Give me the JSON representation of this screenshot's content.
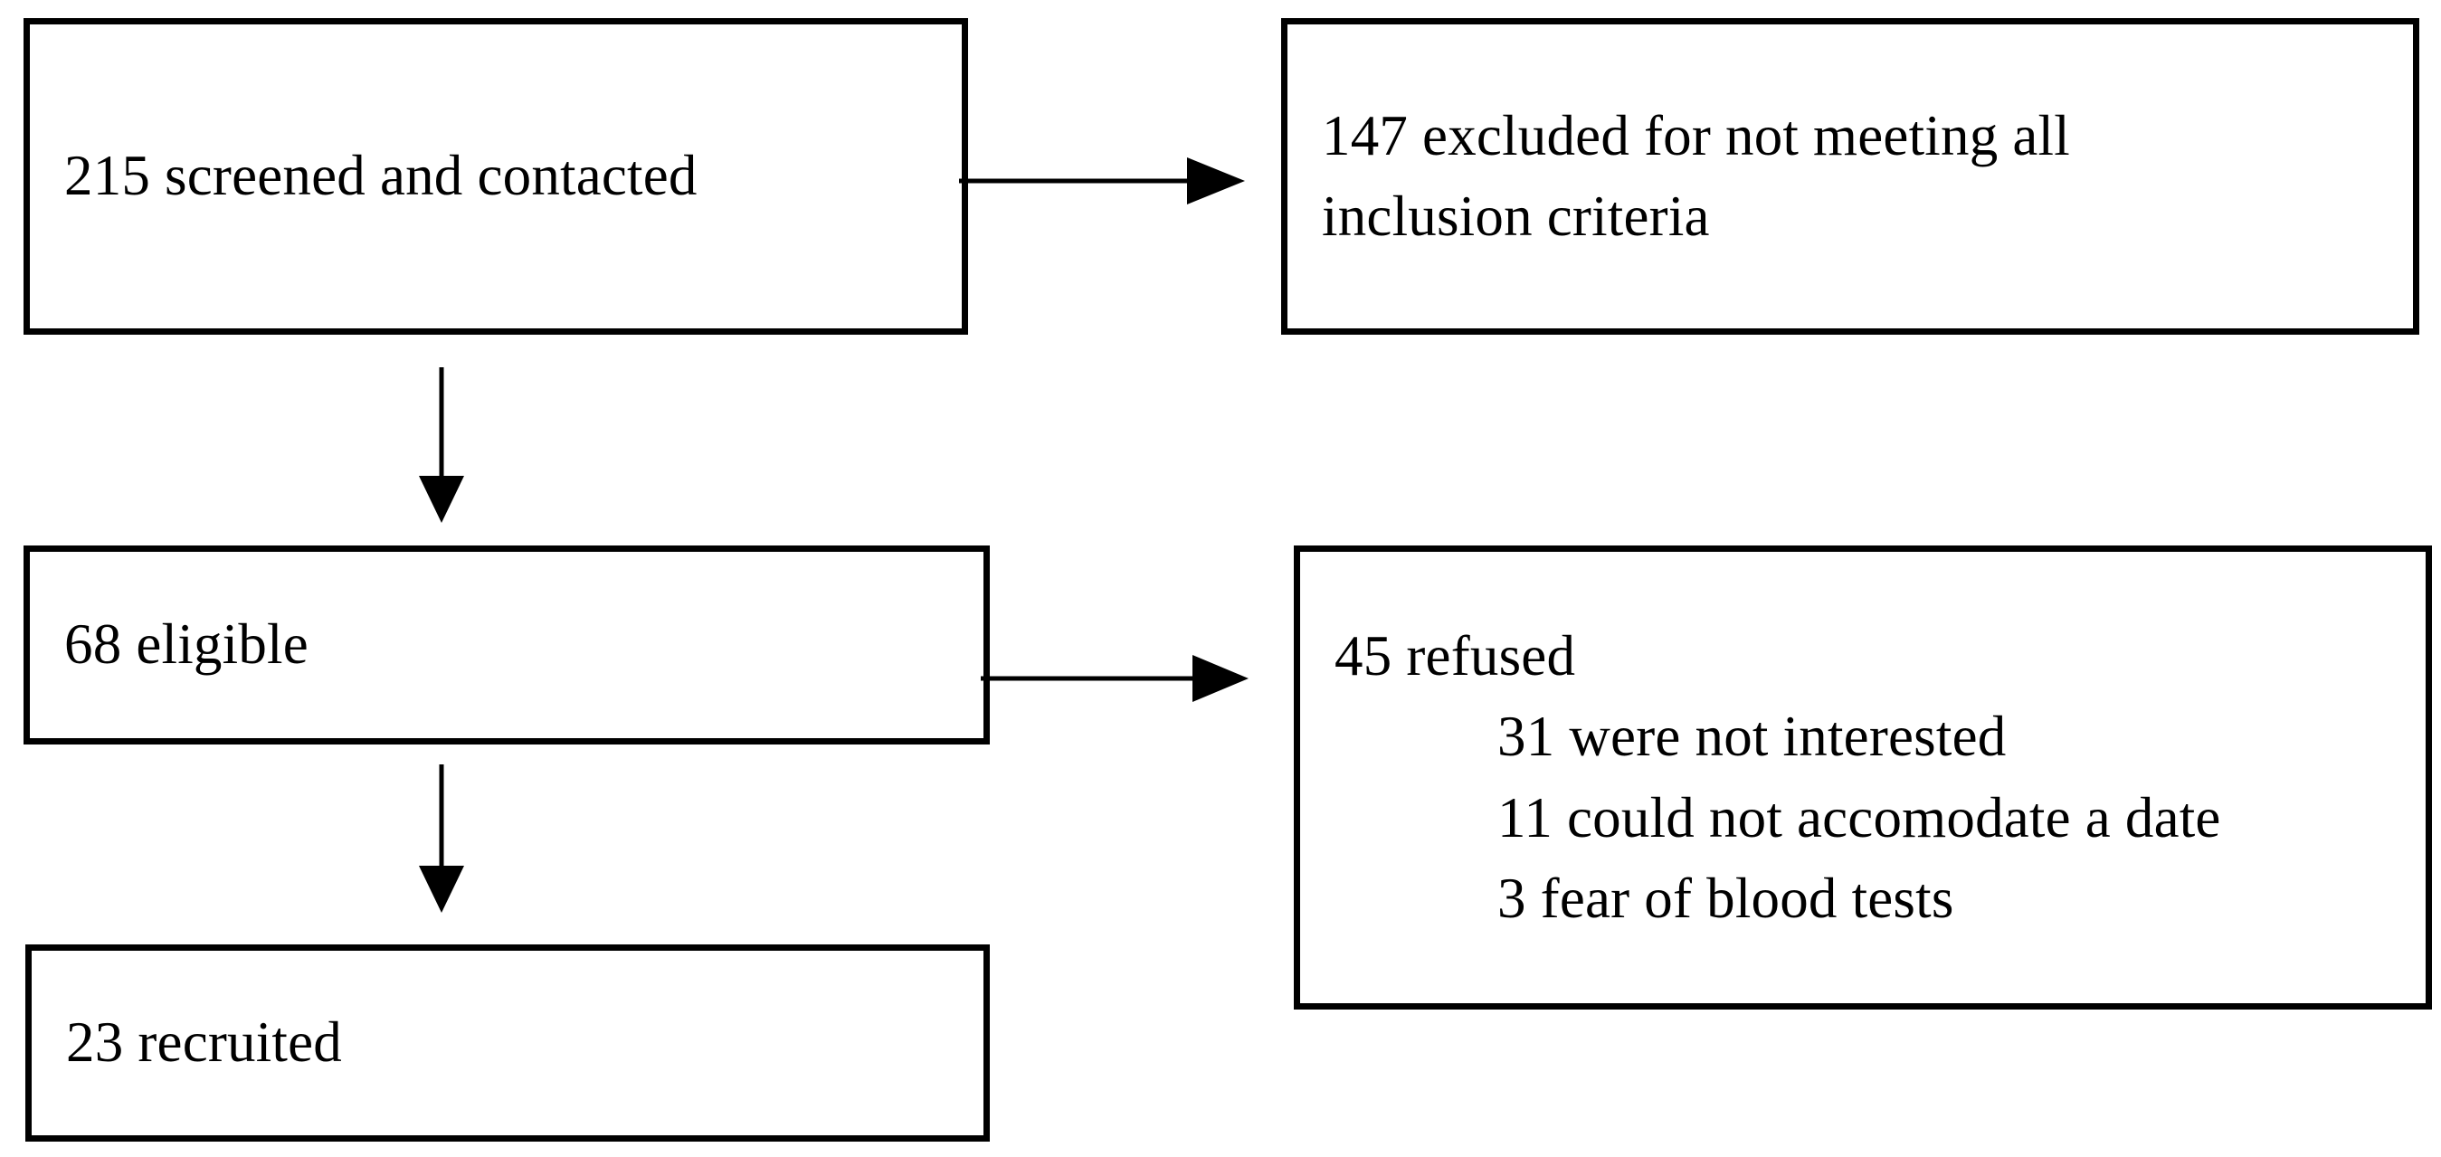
{
  "diagram": {
    "type": "participant-flow-chart",
    "nodes": [
      {
        "id": "screened",
        "name": "screened-and-contacted-box",
        "lines": [
          "215 screened and contacted"
        ]
      },
      {
        "id": "excluded",
        "name": "excluded-box",
        "lines": [
          "147 excluded for not meeting all",
          "inclusion criteria"
        ]
      },
      {
        "id": "eligible",
        "name": "eligible-box",
        "lines": [
          "68 eligible"
        ]
      },
      {
        "id": "refused",
        "name": "refused-box",
        "heading": "45 refused",
        "reasons": [
          "31 were not interested",
          "11 could not accomodate a date",
          "3 fear of blood tests"
        ]
      },
      {
        "id": "recruited",
        "name": "recruited-box",
        "lines": [
          "23 recruited"
        ]
      }
    ],
    "edges": [
      {
        "id": "screened-excluded",
        "from": "screened",
        "to": "excluded",
        "direction": "right",
        "label": ""
      },
      {
        "id": "screened-eligible",
        "from": "screened",
        "to": "eligible",
        "direction": "down",
        "label": ""
      },
      {
        "id": "eligible-refused",
        "from": "eligible",
        "to": "refused",
        "direction": "right",
        "label": ""
      },
      {
        "id": "eligible-recruited",
        "from": "eligible",
        "to": "recruited",
        "direction": "down",
        "label": ""
      }
    ],
    "counts": {
      "screened": 215,
      "excluded": 147,
      "eligible": 68,
      "refused": 45,
      "not_interested": 31,
      "could_not_accomodate_date": 11,
      "fear_of_blood_tests": 3,
      "recruited": 23
    },
    "colors": {
      "background": "#ffffff",
      "stroke": "#000000",
      "text": "#000000"
    }
  }
}
